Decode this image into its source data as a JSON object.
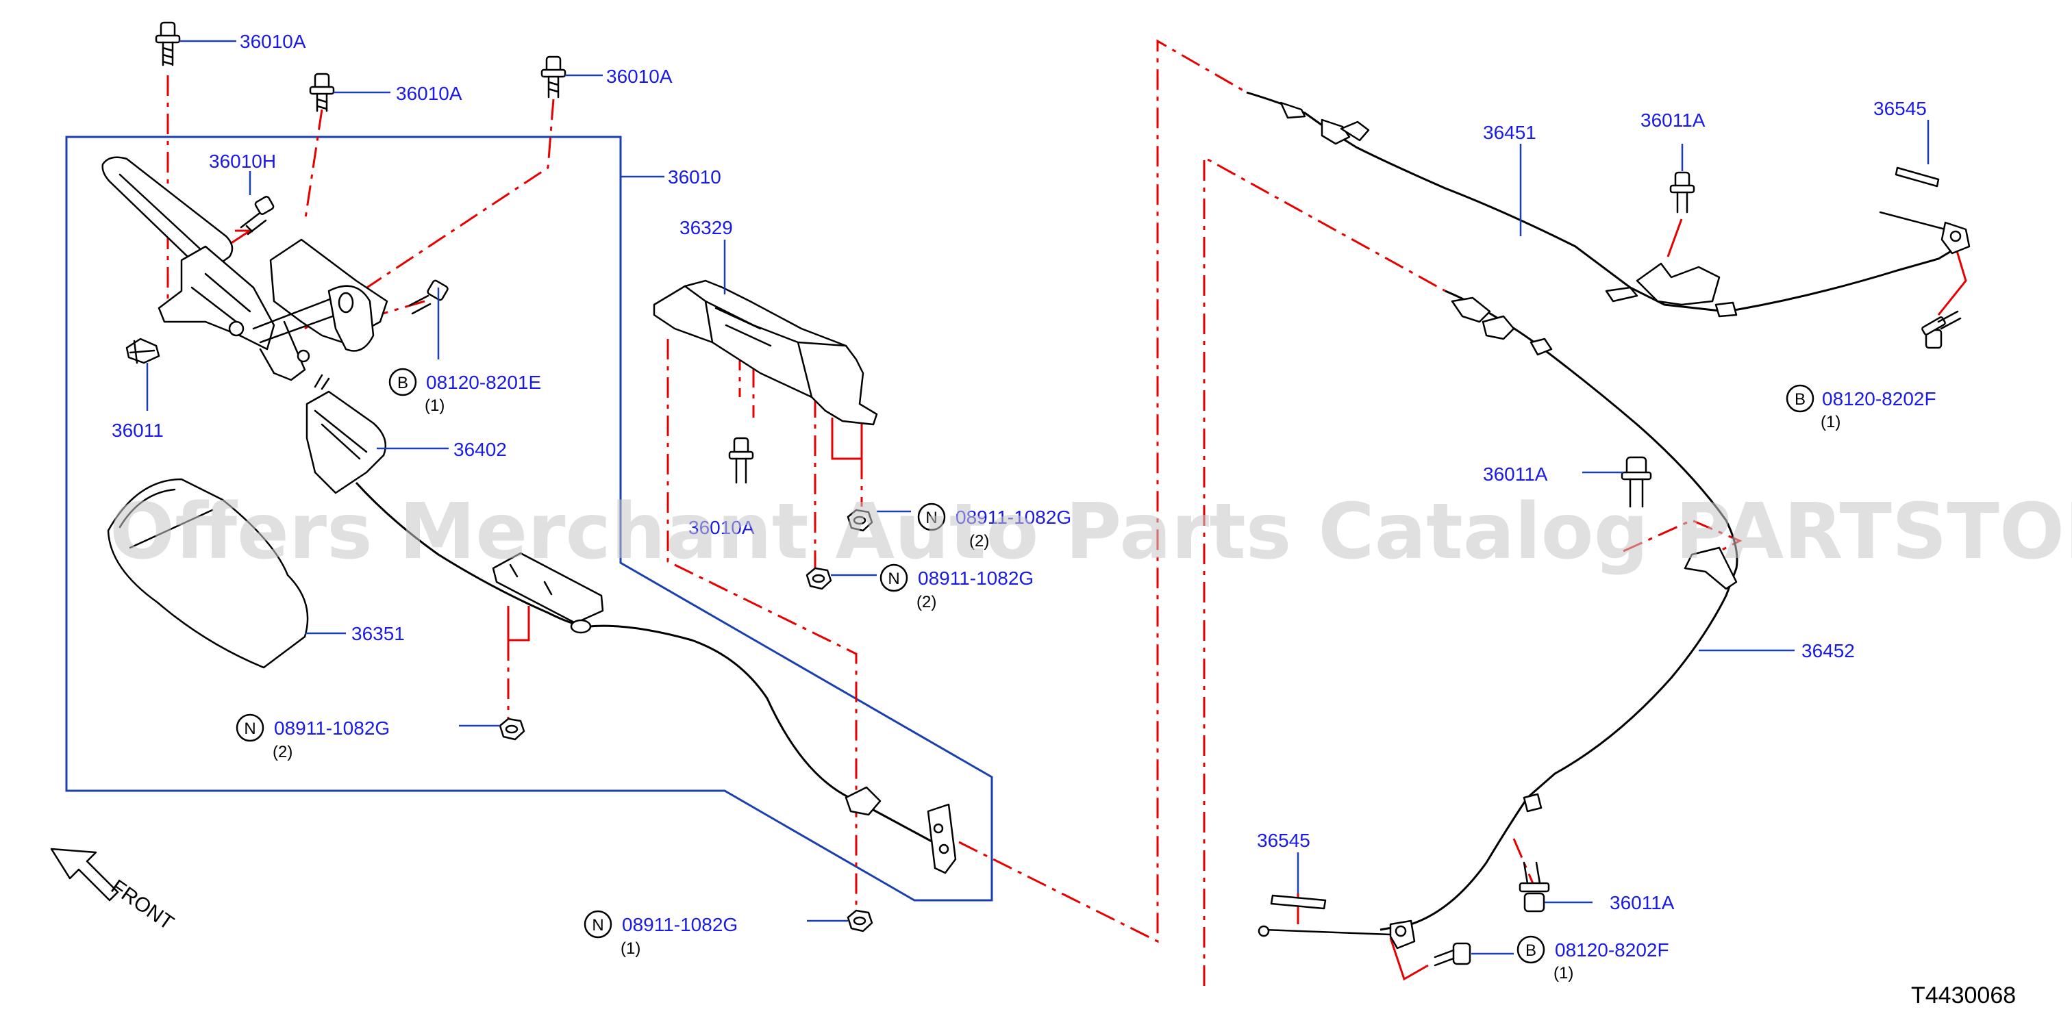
{
  "diagram_code": "T4430068",
  "watermark": "Offers Merchant Auto Parts Catalog PARTSTORE.SA",
  "front_label": "FRONT",
  "labels": {
    "p36010A_1": "36010A",
    "p36010A_2": "36010A",
    "p36010A_3": "36010A",
    "p36010H": "36010H",
    "p36010": "36010",
    "p36011": "36011",
    "p36402": "36402",
    "p36351": "36351",
    "p36329": "36329",
    "p36010A_4": "36010A",
    "p36451": "36451",
    "p36011A_1": "36011A",
    "p36545_1": "36545",
    "p36011A_2": "36011A",
    "p36452": "36452",
    "p36545_2": "36545",
    "p36011A_3": "36011A"
  },
  "callouts": {
    "b1": {
      "letter": "B",
      "part": "08120-8201E",
      "qty": "(1)"
    },
    "b2": {
      "letter": "B",
      "part": "08120-8202F",
      "qty": "(1)"
    },
    "b3": {
      "letter": "B",
      "part": "08120-8202F",
      "qty": "(1)"
    },
    "n1": {
      "letter": "N",
      "part": "08911-1082G",
      "qty": "(2)"
    },
    "n2": {
      "letter": "N",
      "part": "08911-1082G",
      "qty": "(2)"
    },
    "n3": {
      "letter": "N",
      "part": "08911-1082G",
      "qty": "(2)"
    },
    "n4": {
      "letter": "N",
      "part": "08911-1082G",
      "qty": "(1)"
    }
  }
}
